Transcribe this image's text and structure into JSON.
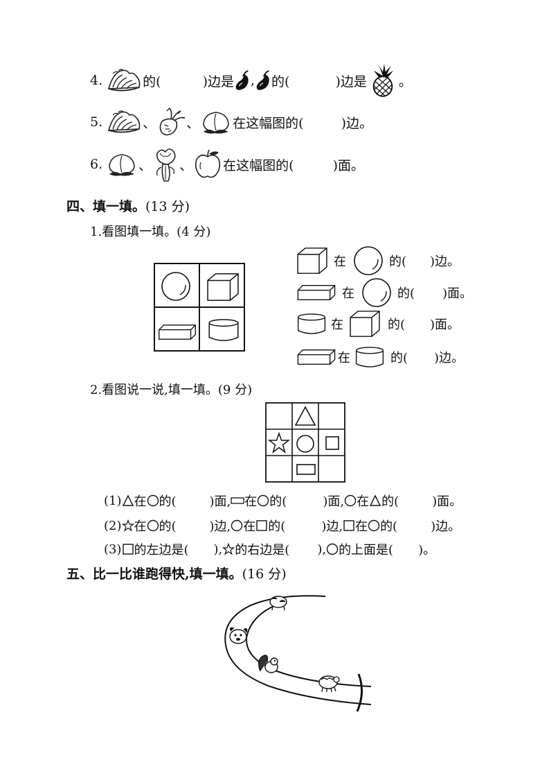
{
  "section3": {
    "q4": {
      "num": "4.",
      "p1": "的(",
      "p2": ")边是",
      "p3": ",",
      "p4": "的(",
      "p5": ")边是",
      "p6": "。",
      "icons": [
        "cabbage-icon",
        "eggplant-icon",
        "eggplant-icon",
        "pineapple-icon"
      ]
    },
    "q5": {
      "num": "5.",
      "sep": "、",
      "tail": "在这幅图的(",
      "tail2": ")边。",
      "icons": [
        "cabbage-icon",
        "radish-icon",
        "peach-icon"
      ]
    },
    "q6": {
      "num": "6.",
      "sep": "、",
      "tail": "在这幅图的(",
      "tail2": ")面。",
      "icons": [
        "peach-icon",
        "bok-choy-icon",
        "apple-icon"
      ]
    }
  },
  "section4": {
    "title": "四、填一填。",
    "score": "(13 分)",
    "part1": {
      "title": "1.看图填一填。(4 分)",
      "rows": [
        {
          "a": "在",
          "b": "的(",
          "c": ")边。"
        },
        {
          "a": "在",
          "b": "的(",
          "c": ")面。"
        },
        {
          "a": "在",
          "b": "的(",
          "c": ")面。"
        },
        {
          "a": "在",
          "b": "的(",
          "c": ")边。"
        }
      ]
    },
    "part2": {
      "title": "2.看图说一说,填一填。(9 分)",
      "q1": {
        "num": "(1)",
        "a": "在",
        "b": "的(",
        "c": ")面,",
        "d": "在",
        "e": "的(",
        "f": ")面,",
        "g": "在",
        "h": "的(",
        "i": ")面。"
      },
      "q2": {
        "num": "(2)",
        "a": "在",
        "b": "的(",
        "c": ")边,",
        "d": "在",
        "e": "的(",
        "f": ")边,",
        "g": "在",
        "h": "的(",
        "i": ")边。"
      },
      "q3": {
        "num": "(3)",
        "a": "的左边是(",
        "b": "),",
        "c": "的右边是(",
        "d": "),",
        "e": "的上面是(",
        "f": ")。"
      }
    }
  },
  "section5": {
    "title": "五、比一比谁跑得快,填一填。",
    "score": "(16 分)",
    "icons": [
      "cow-icon",
      "dog-icon",
      "squirrel-icon",
      "lamb-icon"
    ]
  }
}
